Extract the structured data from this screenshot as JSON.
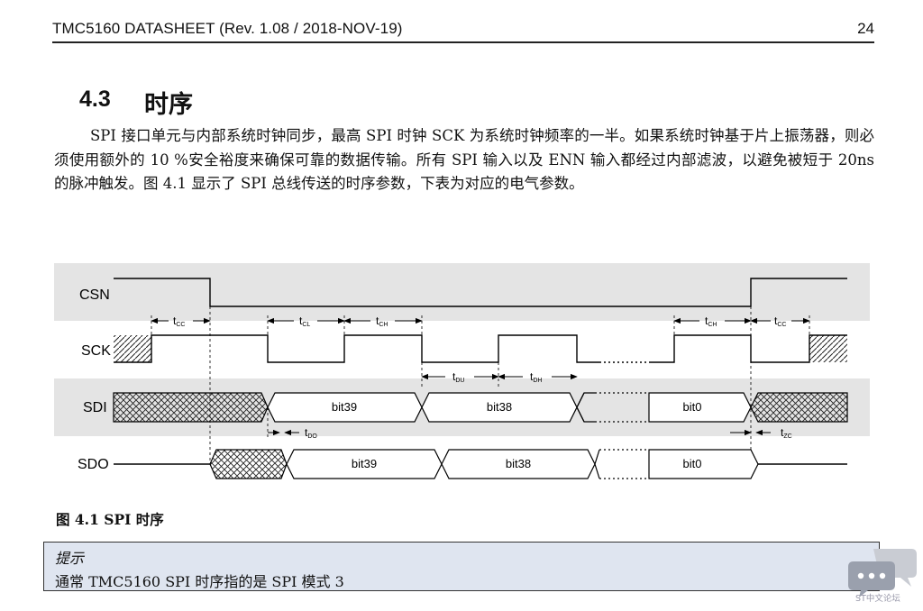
{
  "header": {
    "title": "TMC5160 DATASHEET (Rev. 1.08 / 2018-NOV-19)",
    "page": "24"
  },
  "section": {
    "number": "4.3",
    "title": "时序"
  },
  "paragraph": "SPI 接口单元与内部系统时钟同步，最高 SPI 时钟 SCK 为系统时钟频率的一半。如果系统时钟基于片上振荡器，则必须使用额外的 10 %安全裕度来确保可靠的数据传输。所有 SPI 输入以及 ENN 输入都经过内部滤波，以避免被短于 20ns 的脉冲触发。图 4.1 显示了 SPI 总线传送的时序参数，下表为对应的电气参数。",
  "diagram": {
    "signals": {
      "csn": "CSN",
      "sck": "SCK",
      "sdi": "SDI",
      "sdo": "SDO"
    },
    "timing": {
      "tcc": {
        "main": "t",
        "sub": "CC"
      },
      "tcl": {
        "main": "t",
        "sub": "CL"
      },
      "tch": {
        "main": "t",
        "sub": "CH"
      },
      "tdu": {
        "main": "t",
        "sub": "DU"
      },
      "tdh": {
        "main": "t",
        "sub": "DH"
      },
      "tdo": {
        "main": "t",
        "sub": "DO"
      },
      "tzc": {
        "main": "t",
        "sub": "ZC"
      }
    },
    "bits": {
      "bit39": "bit39",
      "bit38": "bit38",
      "bit0": "bit0"
    }
  },
  "caption": "图 4.1 SPI 时序",
  "note": {
    "title": "提示",
    "text": "通常 TMC5160 SPI 时序指的是 SPI 模式 3"
  },
  "watermark": {
    "text": "ST中文论坛",
    "icon": "chat-bubble-icon"
  }
}
